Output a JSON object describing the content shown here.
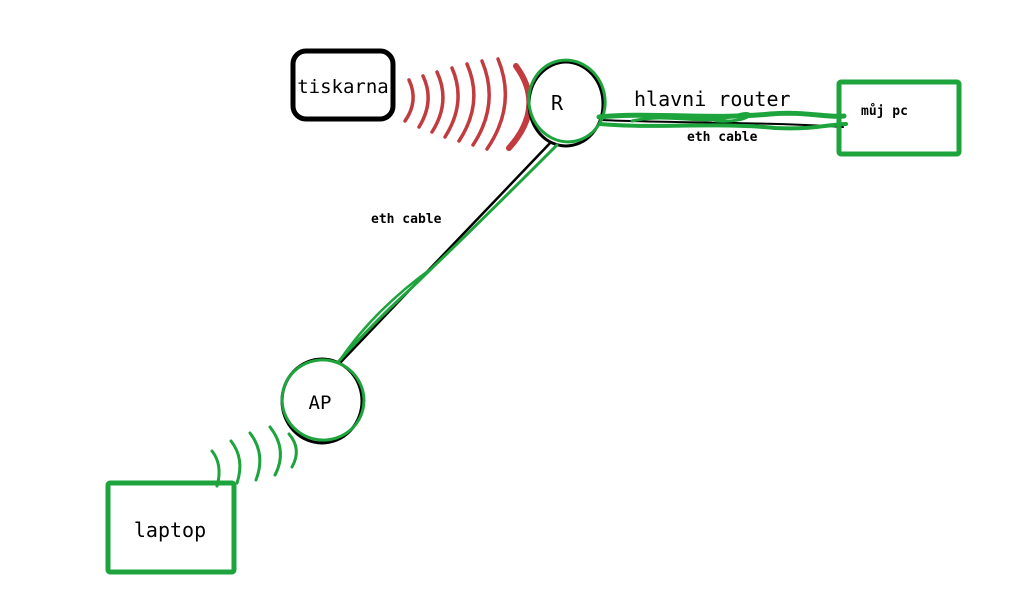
{
  "diagram": {
    "background": "#ffffff",
    "colors": {
      "ink": "#000000",
      "green": "#1da43c",
      "red": "#c23b3f"
    },
    "nodes": {
      "printer": {
        "label": "tiskarna",
        "shape": "rounded-rect",
        "outline": "ink"
      },
      "router": {
        "label": "R",
        "title": "hlavni router",
        "shape": "circle",
        "outline": "ink+green"
      },
      "pc": {
        "label": "můj pc",
        "shape": "rect",
        "outline": "green"
      },
      "access_point": {
        "label": "AP",
        "shape": "circle",
        "outline": "ink+green"
      },
      "laptop": {
        "label": "laptop",
        "shape": "rect",
        "outline": "green"
      }
    },
    "links": {
      "printer_router": {
        "type": "wifi",
        "color": "red",
        "label": ""
      },
      "router_pc": {
        "type": "ethernet",
        "color": "green",
        "label": "eth cable"
      },
      "router_ap": {
        "type": "ethernet",
        "color": "green",
        "label": "eth cable"
      },
      "ap_laptop": {
        "type": "wifi",
        "color": "green",
        "label": ""
      }
    }
  }
}
